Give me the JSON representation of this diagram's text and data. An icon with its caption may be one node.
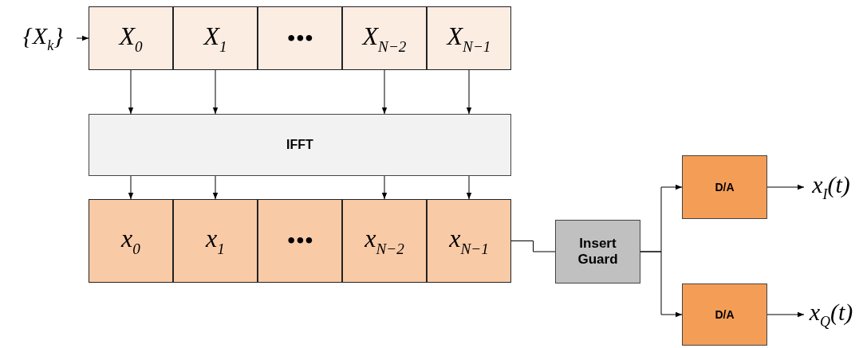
{
  "diagram": {
    "nodes": [
      {
        "text": [
          "{X$_{k}$}"
        ]
      },
      {
        "text": [
          "X$_{0}$"
        ]
      },
      {
        "text": [
          "X$_{1}$"
        ]
      },
      {
        "text": [
          "•••"
        ]
      },
      {
        "text": [
          "X$_{N−2}$"
        ]
      },
      {
        "text": [
          "X$_{N−1}$"
        ]
      },
      {
        "text": [
          "IFFT"
        ]
      },
      {
        "text": [
          "x$_{0}$"
        ]
      },
      {
        "text": [
          "x$_{1}$"
        ]
      },
      {
        "text": [
          "•••"
        ]
      },
      {
        "text": [
          "x$_{N−2}$"
        ]
      },
      {
        "text": [
          "x$_{N−1}$"
        ]
      },
      {
        "text": [
          "Insert Guard"
        ]
      },
      {
        "text": [
          "D/A"
        ]
      },
      {
        "text": [
          "D/A"
        ]
      },
      {
        "text": [
          "x$_{I}$(t)"
        ]
      },
      {
        "text": [
          "x$_{Q}$(t)"
        ]
      }
    ],
    "edges": [
      {
        "from": 0,
        "to": 1,
        "arrow": "to"
      },
      {
        "from": 1,
        "to": 6,
        "arrow": "to"
      },
      {
        "from": 2,
        "to": 6,
        "arrow": "to"
      },
      {
        "from": 4,
        "to": 6,
        "arrow": "to"
      },
      {
        "from": 5,
        "to": 6,
        "arrow": "to"
      },
      {
        "from": 6,
        "to": 7,
        "arrow": "to"
      },
      {
        "from": 6,
        "to": 8,
        "arrow": "to"
      },
      {
        "from": 6,
        "to": 10,
        "arrow": "to"
      },
      {
        "from": 6,
        "to": 11,
        "arrow": "to"
      },
      {
        "from": 11,
        "to": 12,
        "arrow": "none"
      },
      {
        "from": 12,
        "to": 13,
        "arrow": "to"
      },
      {
        "from": 12,
        "to": 14,
        "arrow": "to"
      },
      {
        "from": 13,
        "to": 15,
        "arrow": "to"
      },
      {
        "from": 14,
        "to": 16,
        "arrow": "to"
      }
    ]
  }
}
